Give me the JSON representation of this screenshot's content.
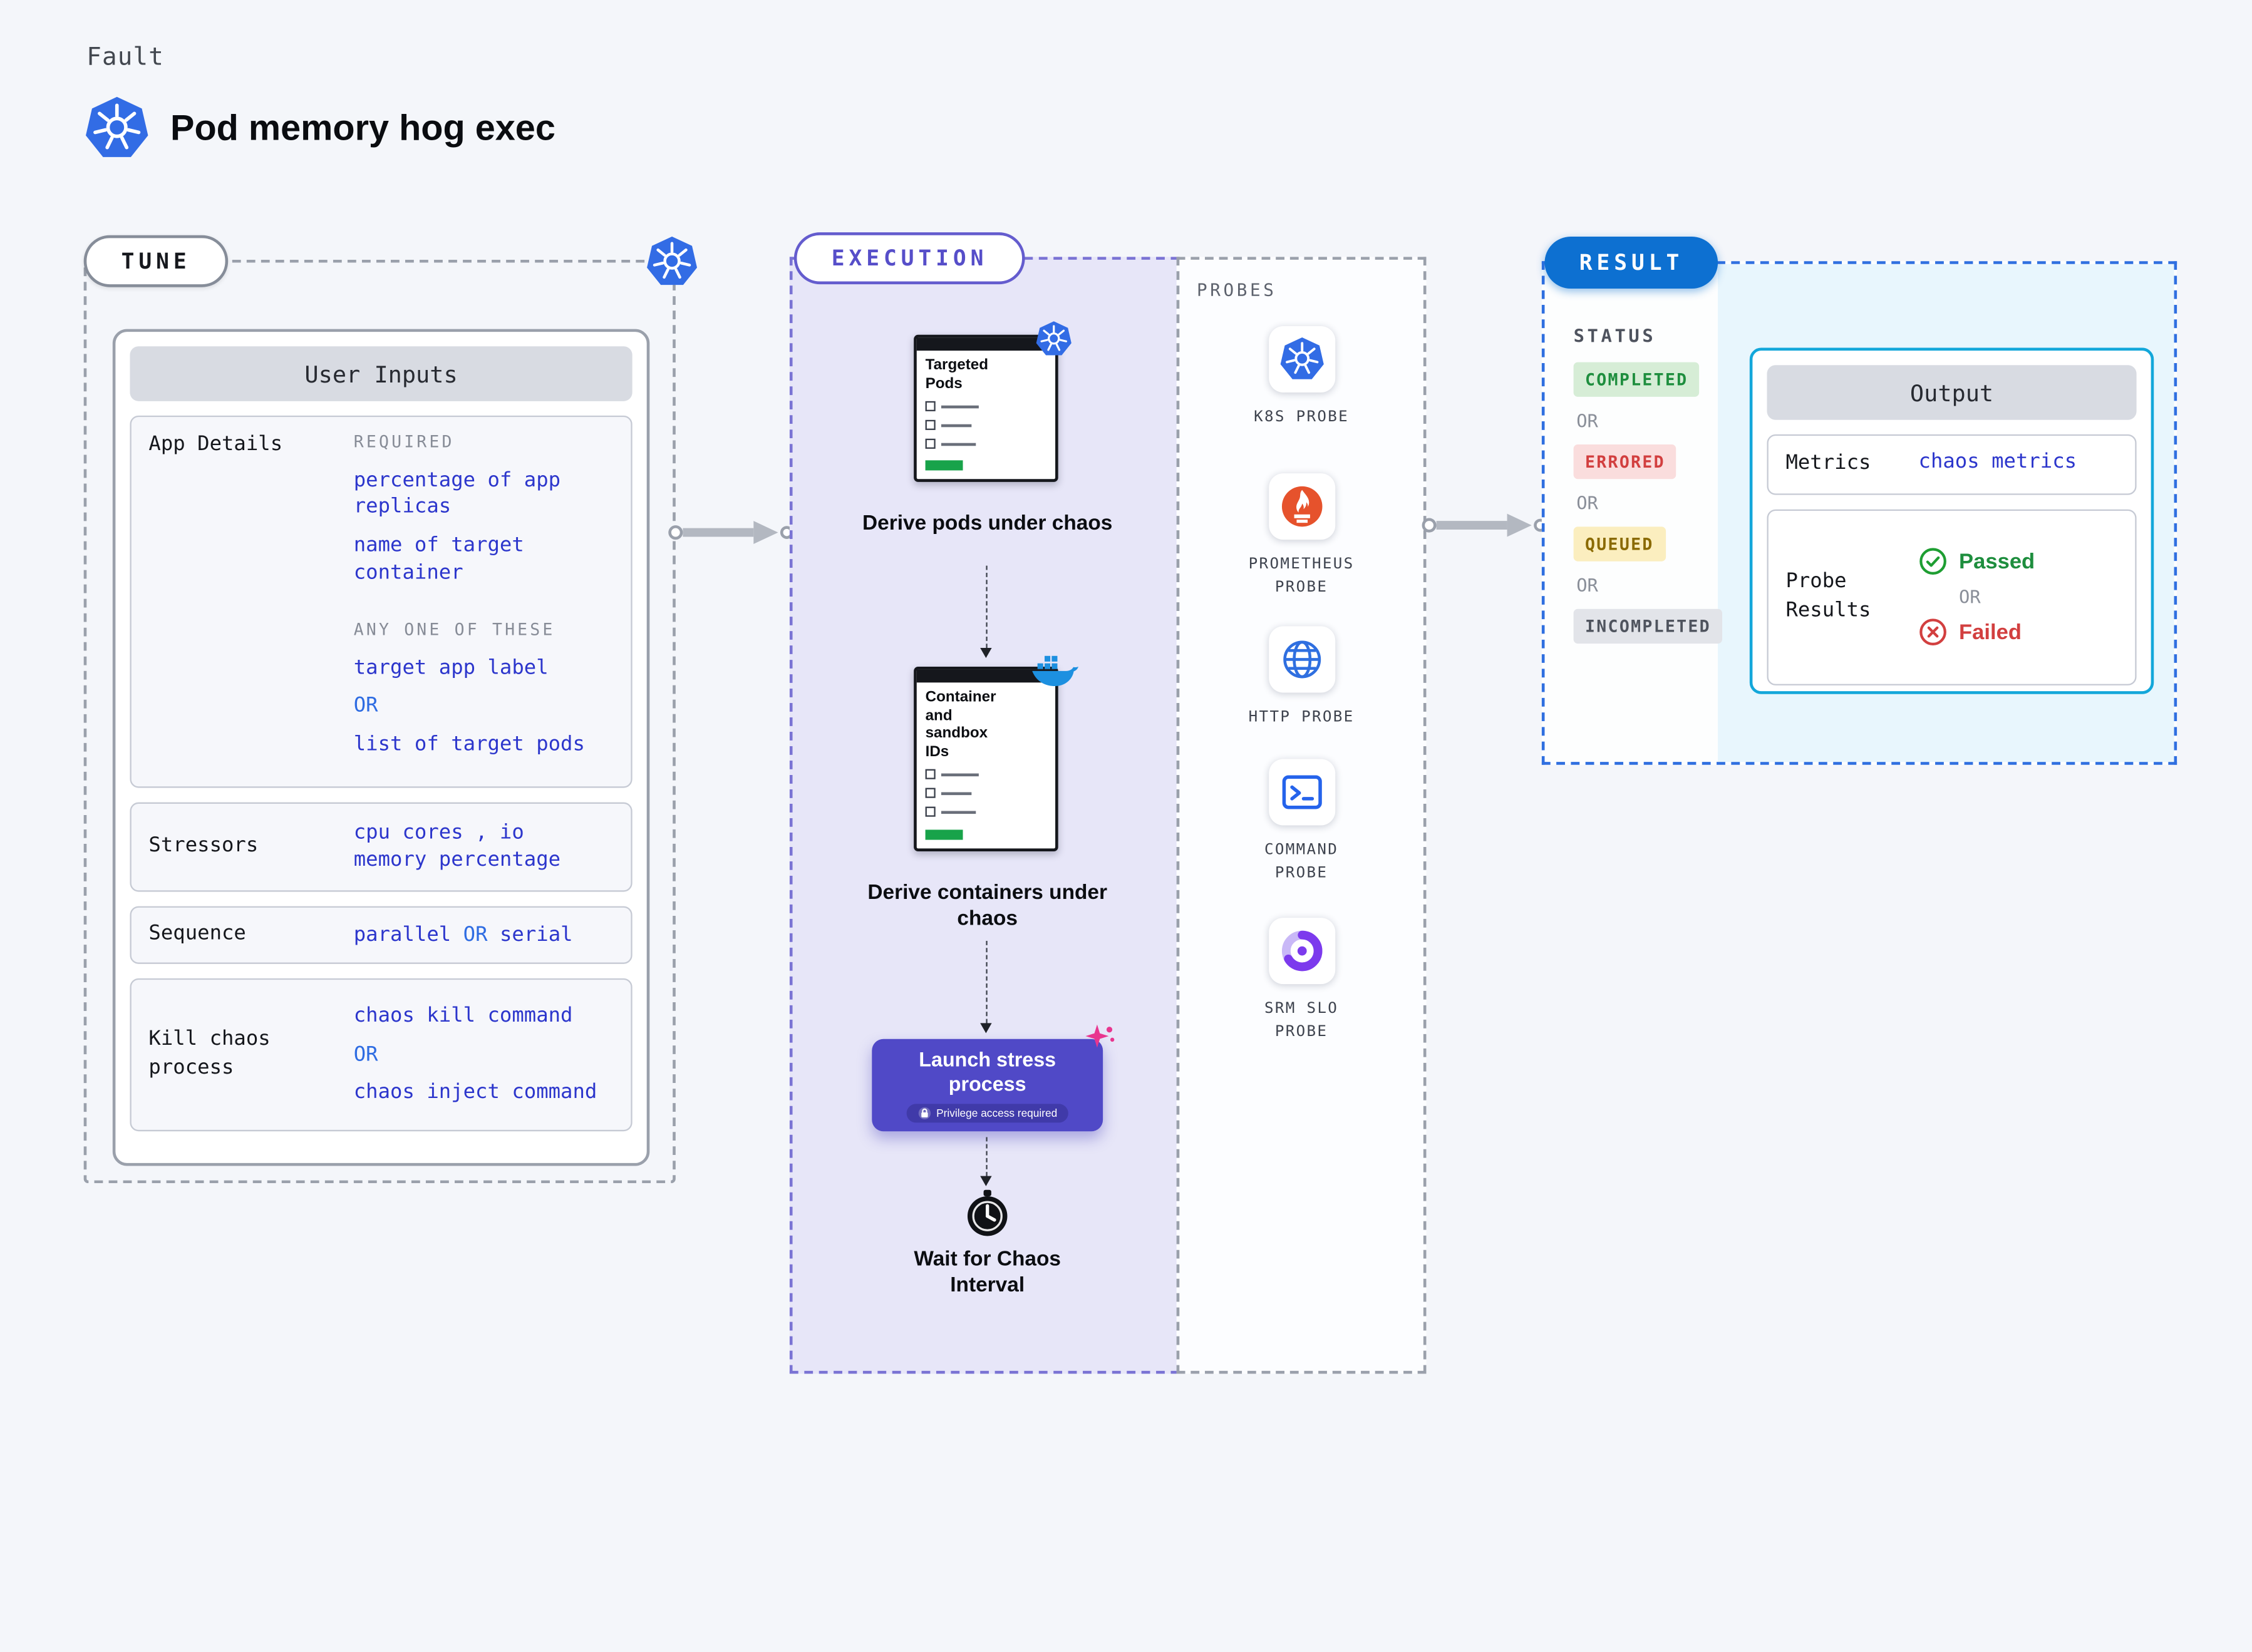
{
  "header": {
    "kicker": "Fault",
    "title": "Pod memory hog exec"
  },
  "tune": {
    "badge": "TUNE",
    "panel_title": "User Inputs",
    "app_details": {
      "label": "App Details",
      "required_heading": "REQUIRED",
      "required_items": [
        "percentage of app replicas",
        "name of target container"
      ],
      "any_one_heading": "ANY ONE OF THESE",
      "any_one_items": [
        "target app label",
        "OR",
        "list of target pods"
      ]
    },
    "stressors": {
      "label": "Stressors",
      "line1": "cpu cores , io",
      "line2": "memory percentage"
    },
    "sequence": {
      "label": "Sequence",
      "option_a": "parallel",
      "or": "OR",
      "option_b": "serial"
    },
    "kill_chaos": {
      "label": "Kill chaos process",
      "items": [
        "chaos kill command",
        "OR",
        "chaos inject command"
      ]
    }
  },
  "execution": {
    "badge": "EXECUTION",
    "steps": {
      "derive_pods": {
        "window_title": "Targeted Pods",
        "caption": "Derive pods under chaos"
      },
      "derive_containers": {
        "window_title": "Container and sandbox IDs",
        "caption": "Derive containers under chaos"
      },
      "launch_stress": {
        "title": "Launch stress process",
        "privilege_badge": "Privilege access required"
      },
      "wait": {
        "caption": "Wait for Chaos Interval"
      }
    }
  },
  "probes": {
    "heading": "PROBES",
    "items": [
      {
        "label": "K8S PROBE",
        "icon": "kubernetes-icon"
      },
      {
        "label": "PROMETHEUS PROBE",
        "icon": "prometheus-icon"
      },
      {
        "label": "HTTP PROBE",
        "icon": "globe-icon"
      },
      {
        "label": "COMMAND PROBE",
        "icon": "terminal-icon"
      },
      {
        "label": "SRM SLO PROBE",
        "icon": "slo-gauge-icon"
      }
    ]
  },
  "result": {
    "badge": "RESULT",
    "status_heading": "STATUS",
    "statuses": [
      {
        "label": "COMPLETED",
        "kind": "success"
      },
      {
        "label": "OR",
        "kind": "separator"
      },
      {
        "label": "ERRORED",
        "kind": "error"
      },
      {
        "label": "OR",
        "kind": "separator"
      },
      {
        "label": "QUEUED",
        "kind": "queued"
      },
      {
        "label": "OR",
        "kind": "separator"
      },
      {
        "label": "INCOMPLETED",
        "kind": "muted"
      }
    ],
    "output": {
      "title": "Output",
      "metrics_label": "Metrics",
      "metrics_value": "chaos metrics",
      "probe_results_label": "Probe Results",
      "passed": "Passed",
      "or": "OR",
      "failed": "Failed"
    }
  },
  "colors": {
    "value-blue": "#2c36cc",
    "or-blue": "#2e6ce2",
    "exec-border": "#645cce",
    "exec-bg": "#e7e6f8",
    "btn-purple": "#5049c7",
    "result-badge": "#0d70d1",
    "result-border": "#2f6fe0",
    "output-border": "#13a7da",
    "output-bg": "#e8f6fd",
    "success-text": "#1e8e3e",
    "success-bg": "#d6edd6",
    "error-text": "#d23f3f",
    "error-bg": "#fadddd",
    "queued-text": "#8a6a00",
    "queued-bg": "#fbeebf",
    "muted-text": "#4f545e",
    "muted-bg": "#e2e4e9",
    "k8s-blue": "#326ce5",
    "prometheus-orange": "#e6522c",
    "docker-blue": "#1d90e0",
    "slo-purple": "#7c3aed",
    "pink": "#e8368f",
    "progress-green": "#18a34a"
  }
}
